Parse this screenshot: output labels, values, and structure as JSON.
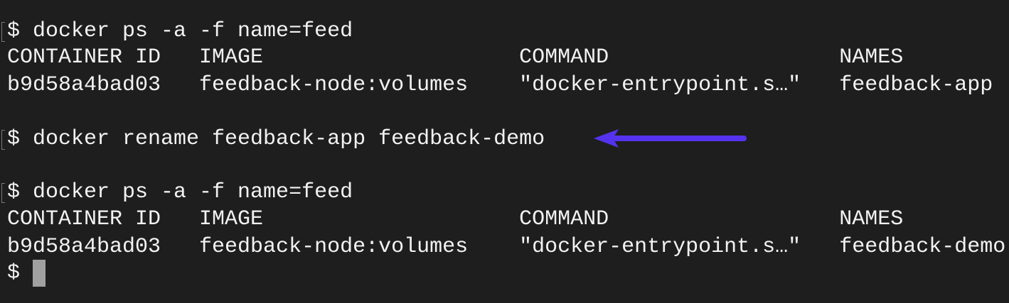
{
  "terminal": {
    "lines": [
      "$ docker ps -a -f name=feed",
      "CONTAINER ID   IMAGE                    COMMAND                  NAMES",
      "b9d58a4bad03   feedback-node:volumes    \"docker-entrypoint.s…\"   feedback-app",
      "$ docker rename feedback-app feedback-demo",
      "$ docker ps -a -f name=feed",
      "CONTAINER ID   IMAGE                    COMMAND                  NAMES",
      "b9d58a4bad03   feedback-node:volumes    \"docker-entrypoint.s…\"   feedback-demo",
      "$ "
    ],
    "arrow_color": "#5533ee",
    "cursor_color": "#a0a0a0",
    "background": "#1e1e1e"
  }
}
